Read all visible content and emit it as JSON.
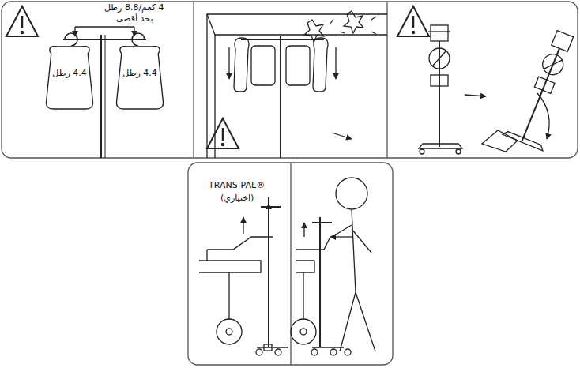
{
  "diagram": {
    "nodes": [
      {
        "text": [
          "4.4 رطل"
        ]
      },
      {
        "text": [
          "4.4 رطل"
        ]
      }
    ],
    "labels": [
      "4 كغم/8.8 رطل",
      "بحد أقصى",
      "TRANS-PAL®",
      "(اختياري)"
    ]
  }
}
